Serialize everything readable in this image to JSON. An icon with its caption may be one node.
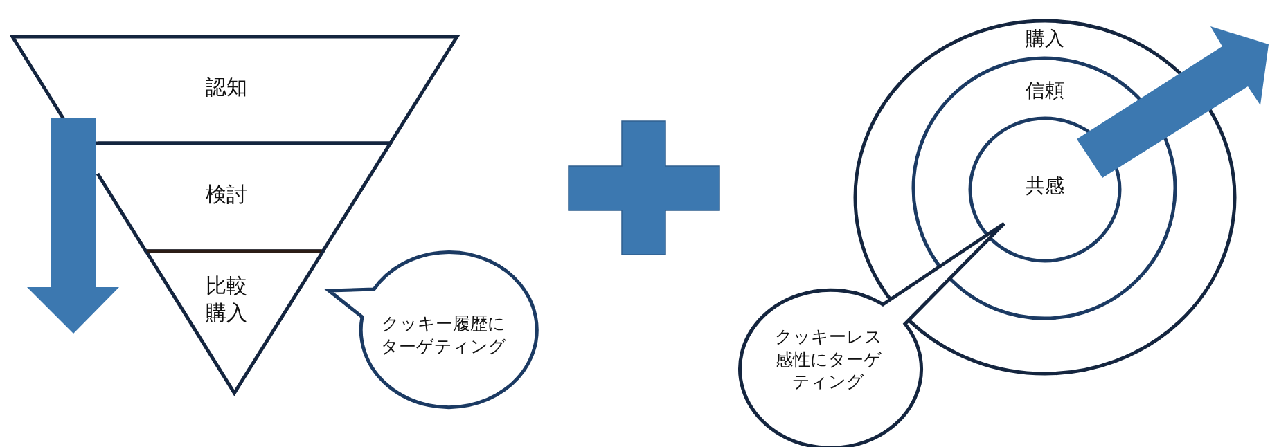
{
  "diagram": {
    "nodes": [
      {
        "text": [
          "認知"
        ]
      },
      {
        "text": [
          "検討"
        ]
      },
      {
        "text": [
          "比較購入"
        ]
      },
      {
        "text": [
          "クッキー履歴にターゲティング"
        ]
      },
      {
        "text": [
          "購入"
        ]
      },
      {
        "text": [
          "信頼"
        ],
        "in": 4
      },
      {
        "text": [
          "共感"
        ],
        "in": 5
      },
      {
        "text": [
          "クッキーレス感性にターゲティング"
        ]
      }
    ]
  }
}
